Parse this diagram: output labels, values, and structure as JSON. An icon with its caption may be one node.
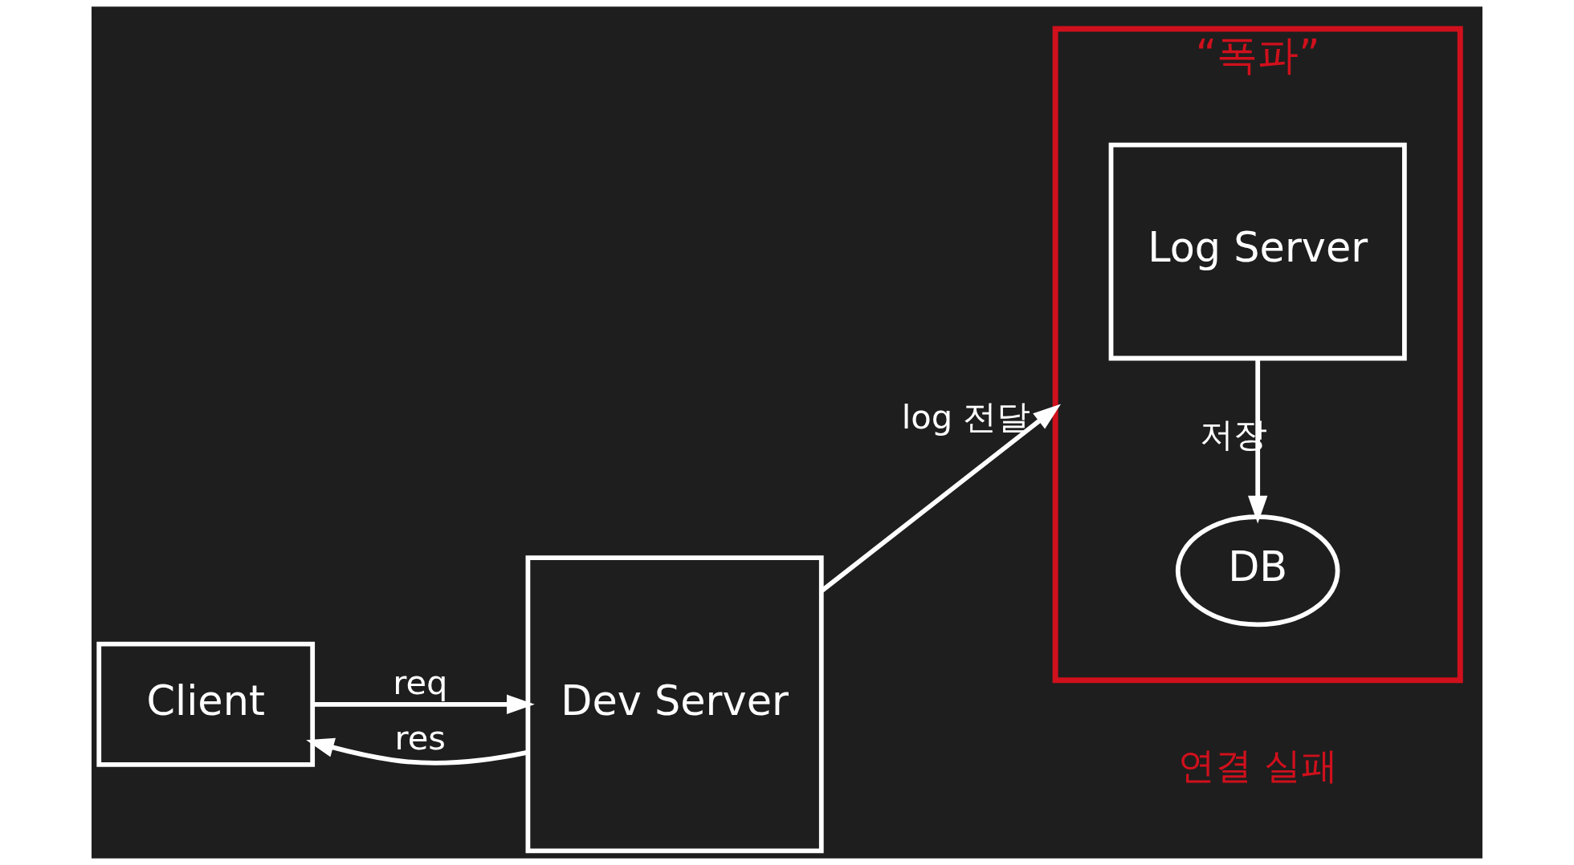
{
  "diagram": {
    "nodes": [
      {
        "text": [
          "Client"
        ]
      },
      {
        "text": [
          "Dev Server"
        ]
      },
      {
        "text": [
          "“폭파”"
        ]
      },
      {
        "text": [
          "Log Server"
        ],
        "in": 2
      },
      {
        "text": [
          "DB"
        ],
        "in": 2
      }
    ],
    "edges": [
      {
        "from": 0,
        "to": 1,
        "arrow": "to",
        "label": "req"
      },
      {
        "from": 1,
        "to": 0,
        "arrow": "to",
        "label": "res"
      },
      {
        "from": 1,
        "to": 2,
        "arrow": "to",
        "label": "log 전달"
      },
      {
        "from": 3,
        "to": 4,
        "arrow": "to",
        "label": "저장"
      }
    ],
    "labels": [
      "연결 실패"
    ]
  }
}
